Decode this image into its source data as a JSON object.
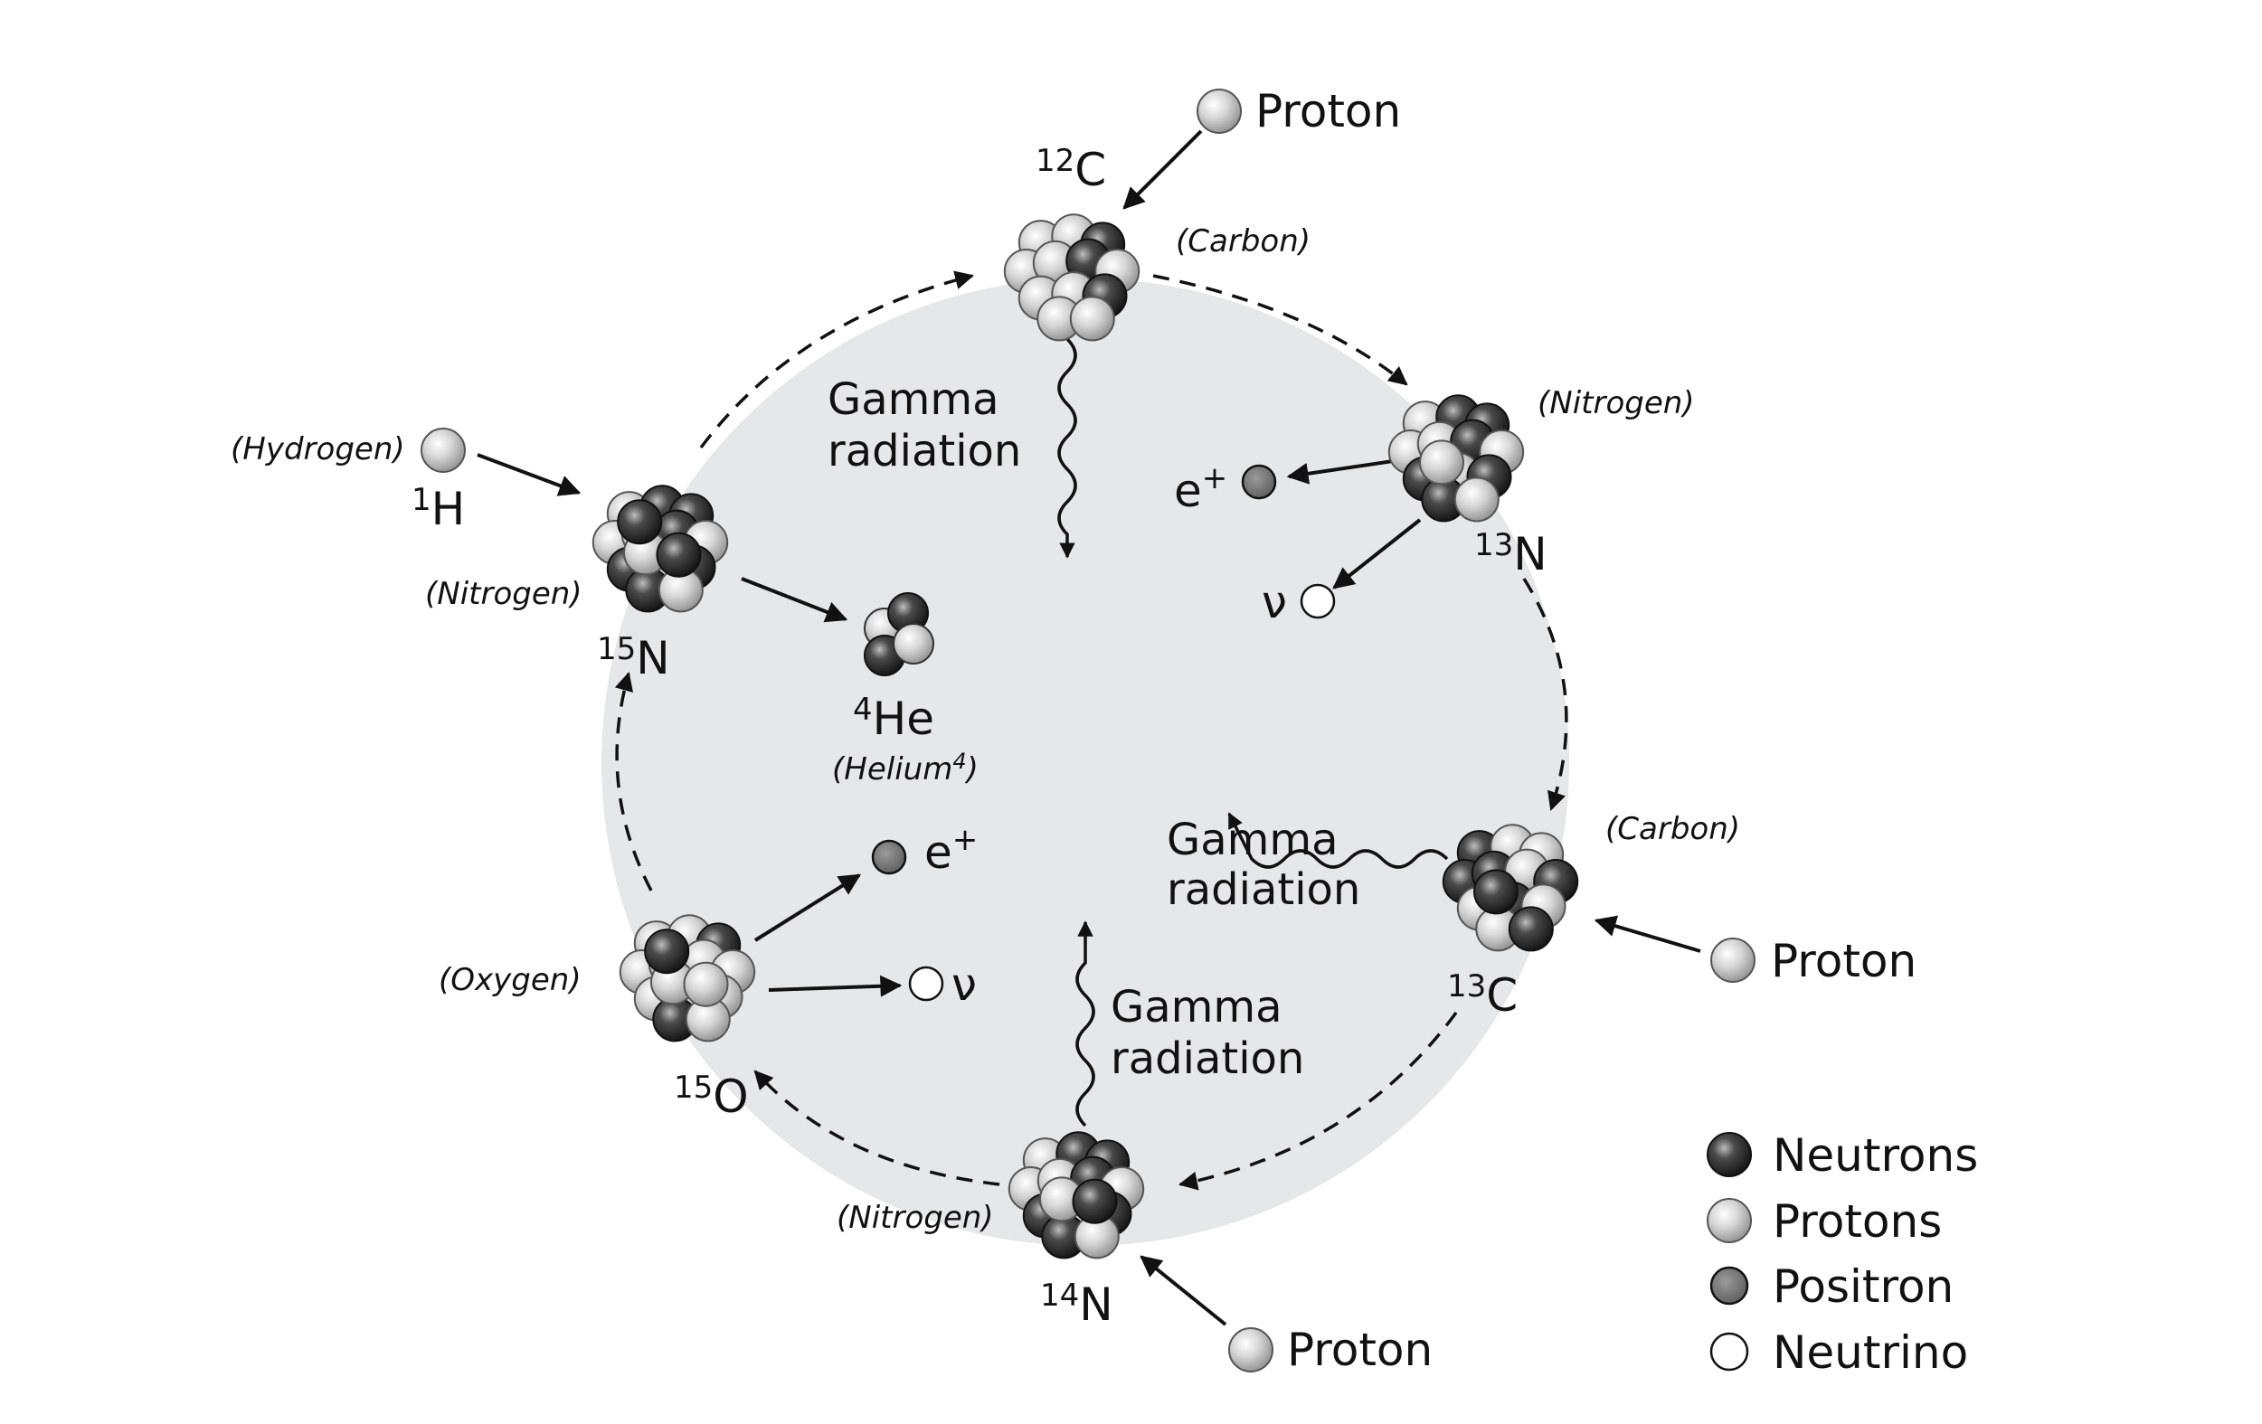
{
  "nuclei": {
    "c12": {
      "mass": "12",
      "symbol": "C",
      "name": "(Carbon)"
    },
    "n13": {
      "mass": "13",
      "symbol": "N",
      "name": "(Nitrogen)"
    },
    "c13": {
      "mass": "13",
      "symbol": "C",
      "name": "(Carbon)"
    },
    "n14": {
      "mass": "14",
      "symbol": "N",
      "name": "(Nitrogen)"
    },
    "o15": {
      "mass": "15",
      "symbol": "O",
      "name": "(Oxygen)"
    },
    "n15": {
      "mass": "15",
      "symbol": "N",
      "name": "(Nitrogen)"
    },
    "he4": {
      "mass": "4",
      "symbol": "He",
      "name_main": "(Helium",
      "name_sup": "4",
      "name_close": ")"
    },
    "h1": {
      "mass": "1",
      "symbol": "H",
      "name": "(Hydrogen)"
    }
  },
  "inputs": {
    "proton_top": "Proton",
    "proton_right": "Proton",
    "proton_bottom": "Proton"
  },
  "emissions": {
    "positron_symbol": "e",
    "positron_charge": "+",
    "neutrino_symbol": "ν"
  },
  "gamma": {
    "line1": "Gamma",
    "line2": "radiation"
  },
  "legend": [
    {
      "key": "neutron",
      "label": "Neutrons",
      "color": "#3a3a3a"
    },
    {
      "key": "proton",
      "label": "Protons",
      "color": "#c8c8c8"
    },
    {
      "key": "positron",
      "label": "Positron",
      "color": "#7a7a7a"
    },
    {
      "key": "neutrino",
      "label": "Neutrino",
      "color": "#ffffff"
    }
  ],
  "colors": {
    "cycle_fill": "#e6e7e8",
    "stroke": "#111111"
  }
}
